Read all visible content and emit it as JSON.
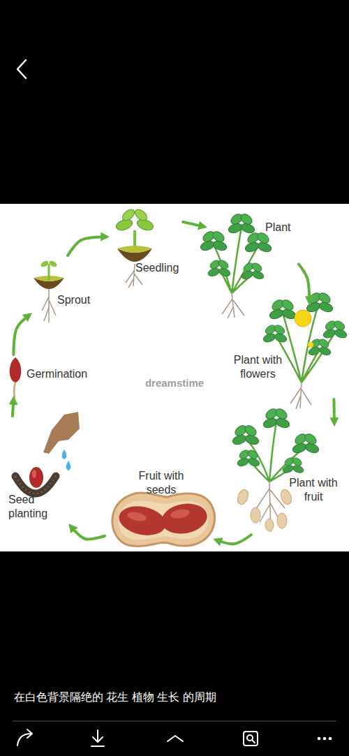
{
  "diagram": {
    "caption": "在白色背景隔绝的 花生 植物 生长 的周期",
    "nodes": [
      {
        "text": [
          "Seed planting"
        ]
      },
      {
        "text": [
          "Germination"
        ]
      },
      {
        "text": [
          "Sprout"
        ]
      },
      {
        "text": [
          "Seedling"
        ]
      },
      {
        "text": [
          "Plant"
        ]
      },
      {
        "text": [
          "Plant with flowers"
        ]
      },
      {
        "text": [
          "Plant with fruit"
        ]
      },
      {
        "text": [
          "Fruit with seeds"
        ]
      }
    ],
    "edges": [
      {
        "from": 0,
        "to": 1,
        "arrow": "to"
      },
      {
        "from": 1,
        "to": 2,
        "arrow": "to"
      },
      {
        "from": 2,
        "to": 3,
        "arrow": "to"
      },
      {
        "from": 3,
        "to": 4,
        "arrow": "to"
      },
      {
        "from": 4,
        "to": 5,
        "arrow": "to"
      },
      {
        "from": 5,
        "to": 6,
        "arrow": "to"
      },
      {
        "from": 6,
        "to": 7,
        "arrow": "to"
      },
      {
        "from": 7,
        "to": 0,
        "arrow": "to"
      }
    ],
    "labels": [
      "dreamstime"
    ]
  }
}
